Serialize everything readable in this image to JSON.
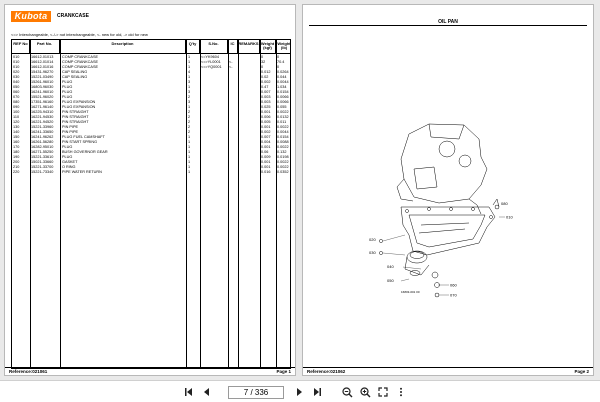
{
  "left_page": {
    "logo": "Kubota",
    "section_title": "CRANKCASE",
    "legend": "<=> Interchangeable,   <-/-> not interchangeable,   <- new for old,   -> old for new",
    "columns": [
      "REF No",
      "Part No.",
      "Description",
      "Q'ty",
      "S.No.",
      "IC",
      "REMARKS",
      "Weight (kgf)",
      "Weight (lb)"
    ],
    "rows": [
      {
        "ref": "010",
        "part": "16612-01013",
        "desc": "COMP CRANKCASE",
        "qty": "1",
        "sno": "<=YK9604",
        "ic": "",
        "w_kg": "0",
        "w_lb": "0"
      },
      {
        "ref": "010",
        "part": "16612-01014",
        "desc": "COMP CRANKCASE",
        "qty": "1",
        "sno": "<=>YL0001",
        "ic": "<-",
        "w_kg": "32",
        "w_lb": "70.4"
      },
      {
        "ref": "010",
        "part": "16612-01016",
        "desc": "COMP CRANKCASE",
        "qty": "1",
        "sno": "<=>YQ0001",
        "ic": "<-",
        "w_kg": "0",
        "w_lb": "0"
      },
      {
        "ref": "020",
        "part": "15431-96270",
        "desc": "CAP SEALING",
        "qty": "4",
        "sno": "",
        "ic": "",
        "w_kg": "0.012",
        "w_lb": "0.0264"
      },
      {
        "ref": "030",
        "part": "15221-03490",
        "desc": "CAP SEALING",
        "qty": "1",
        "sno": "",
        "ic": "",
        "w_kg": "0.02",
        "w_lb": "0.044"
      },
      {
        "ref": "040",
        "part": "15261-96010",
        "desc": "PLUG",
        "qty": "3",
        "sno": "",
        "ic": "",
        "w_kg": "0.002",
        "w_lb": "0.0044"
      },
      {
        "ref": "050",
        "part": "16803-96030",
        "desc": "PLUG",
        "qty": "1",
        "sno": "",
        "ic": "",
        "w_kg": "0.47",
        "w_lb": "1.034"
      },
      {
        "ref": "060",
        "part": "16241-96010",
        "desc": "PLUG",
        "qty": "3",
        "sno": "",
        "ic": "",
        "w_kg": "0.007",
        "w_lb": "0.0154"
      },
      {
        "ref": "070",
        "part": "15521-96020",
        "desc": "PLUG",
        "qty": "2",
        "sno": "",
        "ic": "",
        "w_kg": "0.003",
        "w_lb": "0.0066"
      },
      {
        "ref": "080",
        "part": "17351-96160",
        "desc": "PLUG EXPANSION",
        "qty": "3",
        "sno": "",
        "ic": "",
        "w_kg": "0.003",
        "w_lb": "0.0066"
      },
      {
        "ref": "090",
        "part": "16271-96140",
        "desc": "PLUG EXPANSION",
        "qty": "1",
        "sno": "",
        "ic": "",
        "w_kg": "0.025",
        "w_lb": "0.055"
      },
      {
        "ref": "100",
        "part": "16225-94310",
        "desc": "PIN STRAIGHT",
        "qty": "2",
        "sno": "",
        "ic": "",
        "w_kg": "0.001",
        "w_lb": "0.0022"
      },
      {
        "ref": "110",
        "part": "16221-94530",
        "desc": "PIN STRAIGHT",
        "qty": "2",
        "sno": "",
        "ic": "",
        "w_kg": "0.006",
        "w_lb": "0.0132"
      },
      {
        "ref": "120",
        "part": "16221-94520",
        "desc": "PIN STRAIGHT",
        "qty": "2",
        "sno": "",
        "ic": "",
        "w_kg": "0.005",
        "w_lb": "0.011"
      },
      {
        "ref": "130",
        "part": "15221-33960",
        "desc": "PIN PIPE",
        "qty": "2",
        "sno": "",
        "ic": "",
        "w_kg": "0.001",
        "w_lb": "0.0022"
      },
      {
        "ref": "140",
        "part": "16241-33650",
        "desc": "PIN PIPE",
        "qty": "2",
        "sno": "",
        "ic": "",
        "w_kg": "0.002",
        "w_lb": "0.0044"
      },
      {
        "ref": "150",
        "part": "16241-96262",
        "desc": "PLUG FUEL CAMSHAFT",
        "qty": "1",
        "sno": "",
        "ic": "",
        "w_kg": "0.007",
        "w_lb": "0.0154"
      },
      {
        "ref": "160",
        "part": "16261-56280",
        "desc": "PIN START SPRING",
        "qty": "1",
        "sno": "",
        "ic": "",
        "w_kg": "0.004",
        "w_lb": "0.0088"
      },
      {
        "ref": "170",
        "part": "16282-95010",
        "desc": "PLUG",
        "qty": "1",
        "sno": "",
        "ic": "",
        "w_kg": "0.001",
        "w_lb": "0.0022"
      },
      {
        "ref": "180",
        "part": "16271-55250",
        "desc": "BUSH GOVERNOR GEAR",
        "qty": "1",
        "sno": "",
        "ic": "",
        "w_kg": "0.06",
        "w_lb": "0.132"
      },
      {
        "ref": "190",
        "part": "15221-33610",
        "desc": "PLUG",
        "qty": "1",
        "sno": "",
        "ic": "",
        "w_kg": "0.009",
        "w_lb": "0.0198"
      },
      {
        "ref": "200",
        "part": "15021-33660",
        "desc": "GASKET",
        "qty": "1",
        "sno": "",
        "ic": "",
        "w_kg": "0.001",
        "w_lb": "0.0022"
      },
      {
        "ref": "210",
        "part": "15221-33700",
        "desc": "O RING",
        "qty": "1",
        "sno": "",
        "ic": "",
        "w_kg": "0.001",
        "w_lb": "0.0022"
      },
      {
        "ref": "220",
        "part": "15221-73340",
        "desc": "PIPE WATER RETURN",
        "qty": "1",
        "sno": "",
        "ic": "",
        "w_kg": "0.016",
        "w_lb": "0.0352"
      }
    ],
    "footer_ref": "Reference:021061",
    "footer_page": "Page 1"
  },
  "right_page": {
    "title": "OIL PAN",
    "callouts": [
      "010",
      "020",
      "030",
      "040",
      "050",
      "060",
      "070",
      "080"
    ],
    "stamp": "16803-001 00",
    "footer_ref": "Reference:021062",
    "footer_page": "Page 2"
  },
  "toolbar": {
    "page_field": "7 / 336"
  },
  "colors": {
    "brand": "#ff7a00",
    "viewer_bg": "#e9e9e9"
  }
}
